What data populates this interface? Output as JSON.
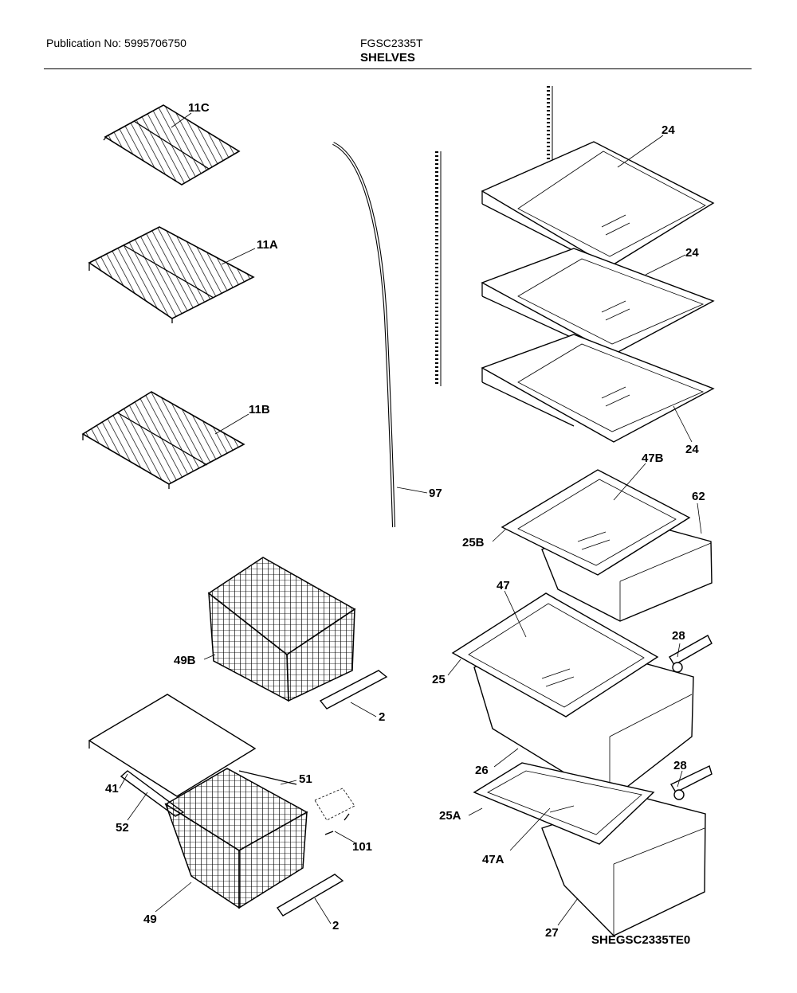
{
  "header": {
    "publication": "Publication No: 5995706750",
    "model": "FGSC2335T",
    "title": "SHELVES"
  },
  "labels": {
    "l11C": "11C",
    "l11A": "11A",
    "l11B": "11B",
    "l97": "97",
    "l24a": "24",
    "l24b": "24",
    "l24c": "24",
    "l47B": "47B",
    "l62": "62",
    "l25B": "25B",
    "l47": "47",
    "l28a": "28",
    "l25": "25",
    "l26": "26",
    "l28b": "28",
    "l25A": "25A",
    "l47A": "47A",
    "l27": "27",
    "l49B": "49B",
    "l2a": "2",
    "l41": "41",
    "l51": "51",
    "l52": "52",
    "l101": "101",
    "l49": "49",
    "l2b": "2"
  },
  "diagram_code": "SHEGSC2335TE0"
}
